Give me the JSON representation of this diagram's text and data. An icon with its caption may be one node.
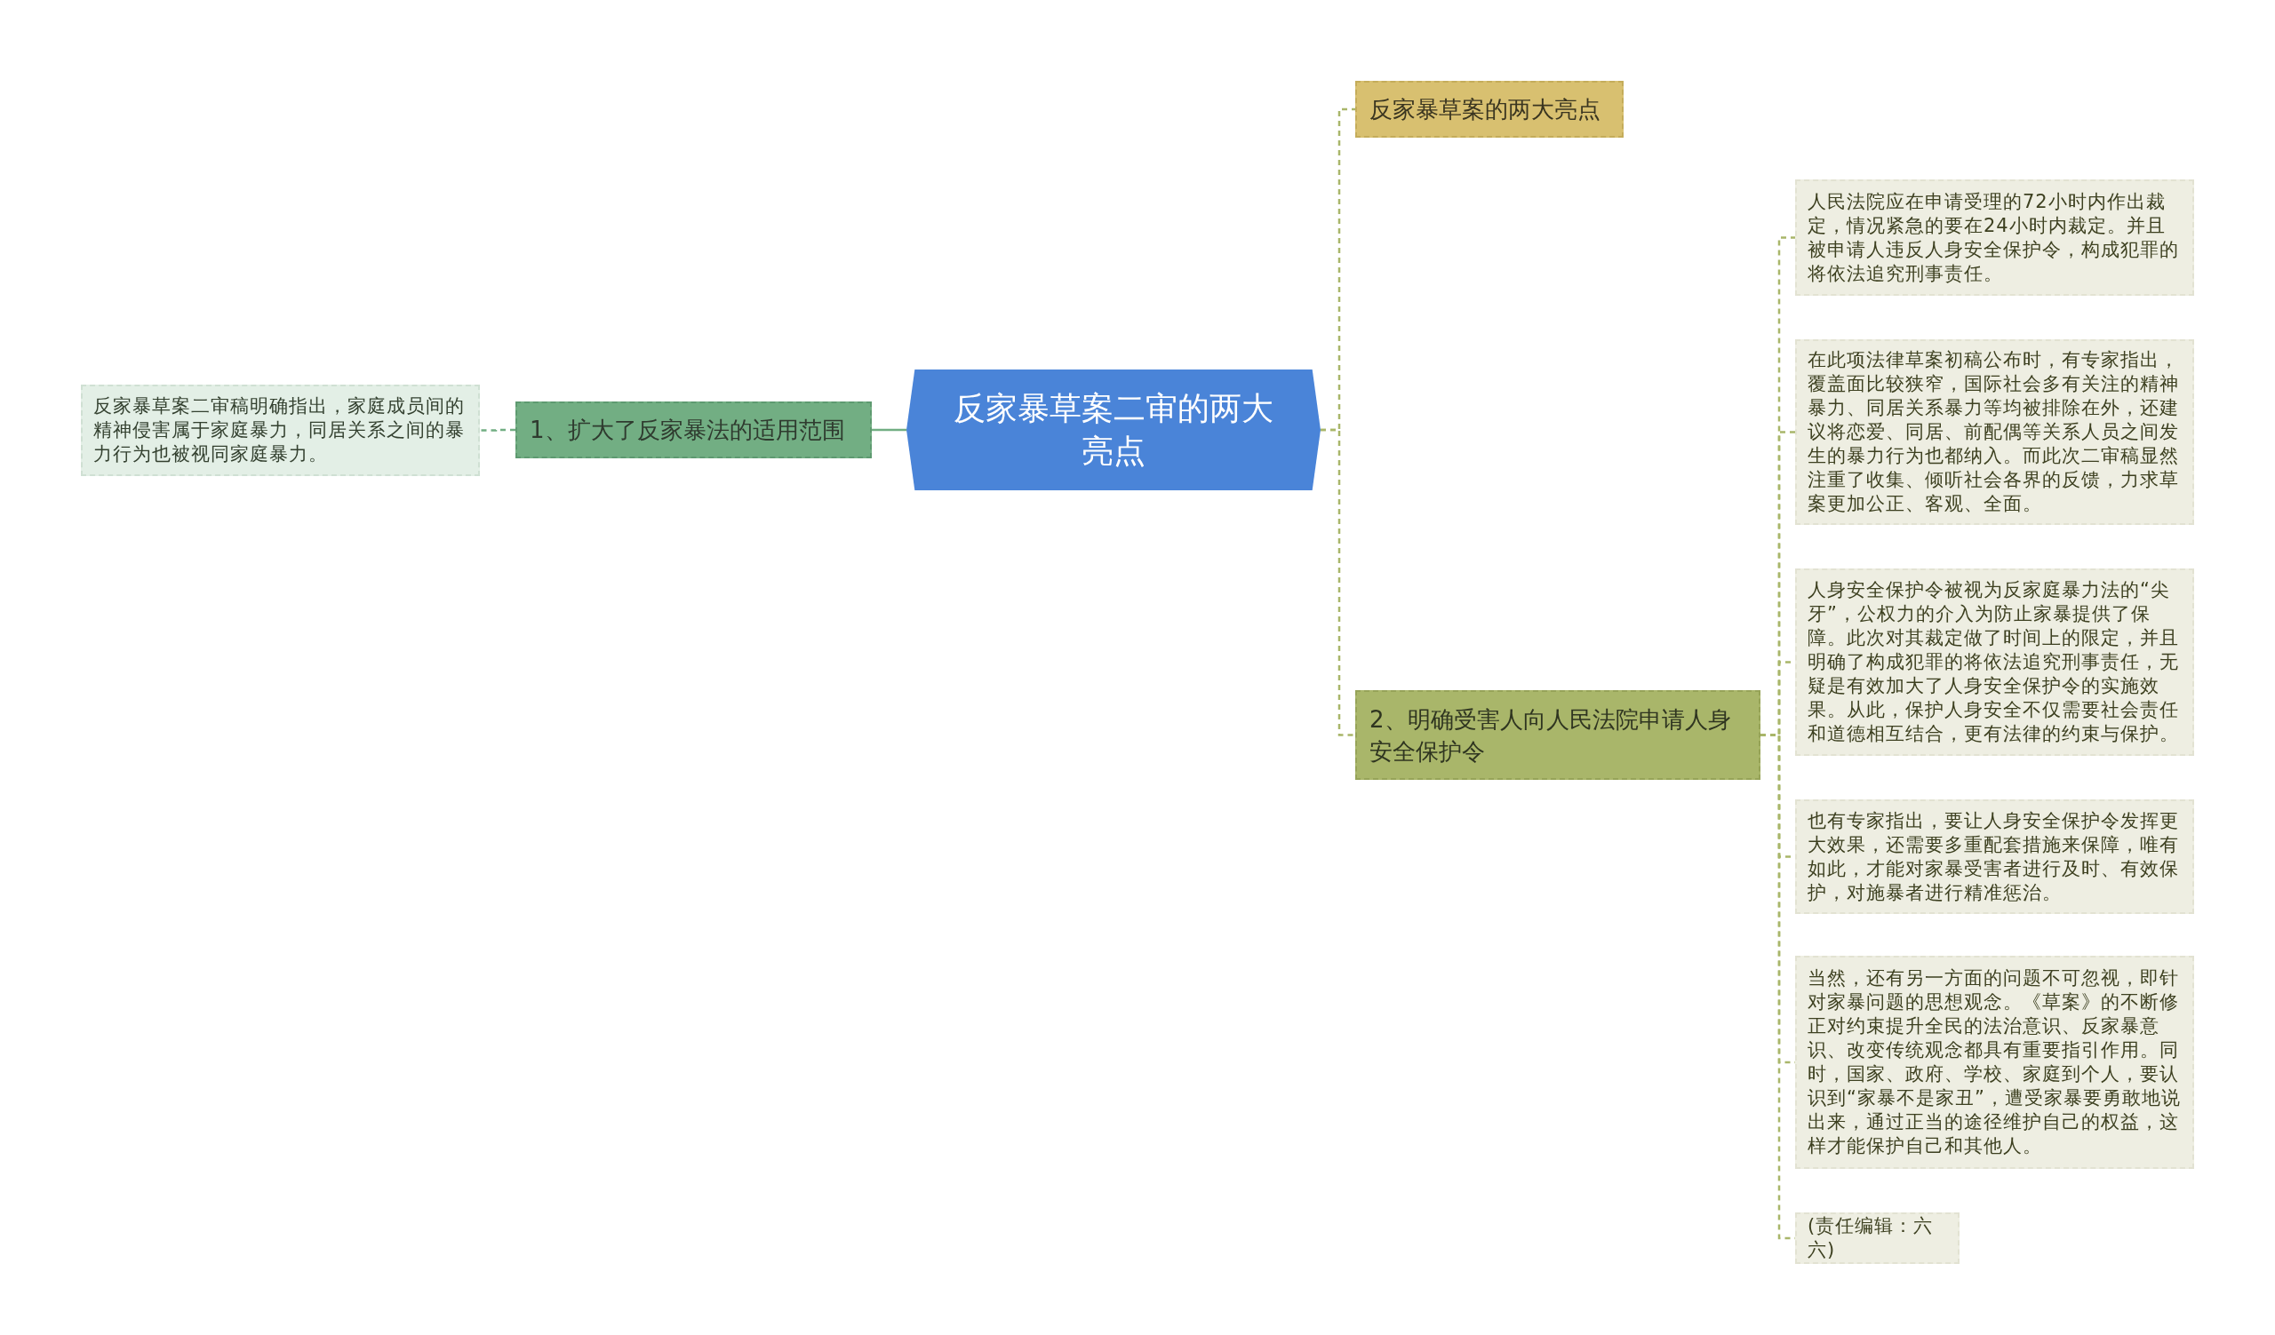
{
  "diagram": {
    "nodes": [
      {
        "text": [
          "反家暴草案二审的两大亮点"
        ]
      },
      {
        "text": [
          "1、扩大了反家暴法的适用范围"
        ]
      },
      {
        "text": [
          "反家暴草案二审稿明确指出，家庭成员间的精神侵害属于家庭暴力，同居关系之间的暴力行为也被视同家庭暴力。"
        ]
      },
      {
        "text": [
          "反家暴草案的两大亮点"
        ]
      },
      {
        "text": [
          "2、明确受害人向人民法院申请人身安全保护令"
        ]
      },
      {
        "text": [
          "人民法院应在申请受理的72小时内作出裁定，情况紧急的要在24小时内裁定。并且被申请人违反人身安全保护令，构成犯罪的将依法追究刑事责任。"
        ]
      },
      {
        "text": [
          "在此项法律草案初稿公布时，有专家指出，覆盖面比较狭窄，国际社会多有关注的精神暴力、同居关系暴力等均被排除在外，还建议将恋爱、同居、前配偶等关系人员之间发生的暴力行为也都纳入。而此次二审稿显然注重了收集、倾听社会各界的反馈，力求草案更加公正、客观、全面。"
        ]
      },
      {
        "text": [
          "人身安全保护令被视为反家庭暴力法的“尖牙”，公权力的介入为防止家暴提供了保障。此次对其裁定做了时间上的限定，并且明确了构成犯罪的将依法追究刑事责任，无疑是有效加大了人身安全保护令的实施效果。从此，保护人身安全不仅需要社会责任和道德相互结合，更有法律的约束与保护。"
        ]
      },
      {
        "text": [
          "也有专家指出，要让人身安全保护令发挥更大效果，还需要多重配套措施来保障，唯有如此，才能对家暴受害者进行及时、有效保护，对施暴者进行精准惩治。"
        ]
      },
      {
        "text": [
          "当然，还有另一方面的问题不可忽视，即针对家暴问题的思想观念。《草案》的不断修正对约束提升全民的法治意识、反家暴意识、改变传统观念都具有重要指引作用。同时，国家、政府、学校、家庭到个人，要认识到“家暴不是家丑”，遭受家暴要勇敢地说出来，通过正当的途径维护自己的权益，这样才能保护自己和其他人。"
        ]
      },
      {
        "text": [
          "(责任编辑：六六)"
        ]
      }
    ],
    "edges": [
      {
        "from": 0,
        "to": 1,
        "arrow": "none",
        "color": "#72ae83"
      },
      {
        "from": 1,
        "to": 2,
        "arrow": "none",
        "style": "dashed",
        "color": "#72ae83"
      },
      {
        "from": 0,
        "to": 3,
        "arrow": "none",
        "style": "dashed"
      },
      {
        "from": 0,
        "to": 4,
        "arrow": "none",
        "style": "dashed"
      },
      {
        "from": 4,
        "to": 5,
        "arrow": "none",
        "style": "dashed"
      },
      {
        "from": 4,
        "to": 6,
        "arrow": "none",
        "style": "dashed"
      },
      {
        "from": 4,
        "to": 7,
        "arrow": "none",
        "style": "dashed"
      },
      {
        "from": 4,
        "to": 8,
        "arrow": "none",
        "style": "dashed"
      },
      {
        "from": 4,
        "to": 9,
        "arrow": "none",
        "style": "dashed"
      },
      {
        "from": 4,
        "to": 10,
        "arrow": "none",
        "style": "dashed"
      }
    ]
  }
}
